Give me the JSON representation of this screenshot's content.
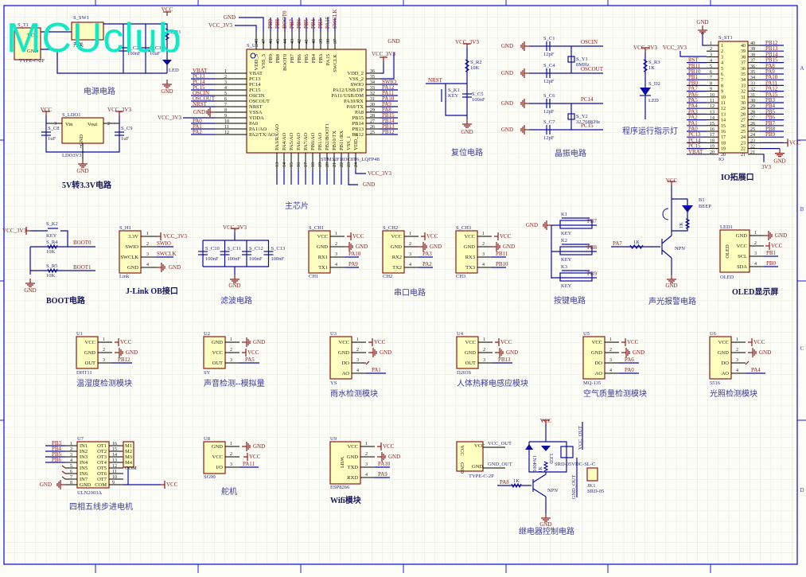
{
  "watermark": "MCUclub",
  "colors": {
    "wire": "#0b0ba8",
    "net": "#8b1a1a",
    "body": "#ffffc0",
    "border": "#1a1ae0",
    "title": "#3a3a9a",
    "watermark": "#10e8c6"
  },
  "zones": {
    "rows": [
      "A",
      "B",
      "C",
      "D"
    ]
  },
  "power": {
    "title": "电源电路",
    "usb": {
      "ref": "S_T1",
      "part": "TYPE-C-2P",
      "pins": [
        "VCC",
        "GND"
      ]
    },
    "switch": {
      "ref": "S_SW1",
      "label": "开关"
    },
    "c2": {
      "ref": "S_C2",
      "value": "100nF"
    },
    "c3": {
      "ref": "S_C3",
      "value": "10uF"
    },
    "r1": {
      "ref": "S_R1"
    },
    "led": {
      "label": "LED"
    },
    "vcc": "VCC",
    "gnd": "GND"
  },
  "ldo": {
    "title": "5V转3.3V电路",
    "ref": "S_LDO1",
    "part": "LDO3V3",
    "pins": {
      "vin": "Vin",
      "vout": "Vout",
      "gnd": "GND",
      "n1": "1",
      "n2": "2",
      "n3": "3"
    },
    "c8": {
      "ref": "S_C8",
      "value": "1uF"
    },
    "c9": {
      "ref": "S_C9",
      "value": "1uF"
    },
    "vcc": "VCC",
    "vcc3": "VCC_3V3",
    "gnd": "GND"
  },
  "mcu": {
    "title": "主芯片",
    "ref": "S_U1",
    "part": "STM32F103C8T6_LQFP48",
    "left_pins": [
      {
        "n": "1",
        "name": "VBAT",
        "net": "VBAT"
      },
      {
        "n": "2",
        "name": "PC13",
        "net": "PC13"
      },
      {
        "n": "3",
        "name": "PC14",
        "net": "PC14"
      },
      {
        "n": "4",
        "name": "PC15",
        "net": "PC15"
      },
      {
        "n": "5",
        "name": "OSCIN",
        "net": "OSCIN"
      },
      {
        "n": "6",
        "name": "OSCOUT",
        "net": "OSCOUT"
      },
      {
        "n": "7",
        "name": "NRST",
        "net": "NRST"
      },
      {
        "n": "8",
        "name": "VSSA",
        "net": "GND"
      },
      {
        "n": "9",
        "name": "VDDA",
        "net": "VCC_3V3"
      },
      {
        "n": "10",
        "name": "PA0",
        "net": "PA0"
      },
      {
        "n": "11",
        "name": "PA1/AO",
        "net": "PA1"
      },
      {
        "n": "12",
        "name": "PA2/TX/AO",
        "net": "PA2"
      }
    ],
    "right_pins": [
      {
        "n": "36",
        "name": "VDD_2",
        "net": "VCC_3V3"
      },
      {
        "n": "35",
        "name": "VSS_2",
        "net": "GND"
      },
      {
        "n": "34",
        "name": "SWIO",
        "net": "SWIO"
      },
      {
        "n": "33",
        "name": "PA12/USB/DP",
        "net": "PA12"
      },
      {
        "n": "32",
        "name": "PA11/USB/DM",
        "net": "PA11"
      },
      {
        "n": "31",
        "name": "PA10/RX",
        "net": "PA10"
      },
      {
        "n": "30",
        "name": "PA9/TX",
        "net": "PA9"
      },
      {
        "n": "29",
        "name": "PA8",
        "net": "PA8"
      },
      {
        "n": "28",
        "name": "PB15",
        "net": "PB15"
      },
      {
        "n": "27",
        "name": "PB14",
        "net": "PB14"
      },
      {
        "n": "26",
        "name": "PB13",
        "net": "PB13"
      },
      {
        "n": "25",
        "name": "PB12",
        "net": "PB12"
      }
    ],
    "top_pins": [
      "VDD_3",
      "VSS_3",
      "PB9",
      "PB8",
      "BOOT0",
      "PB7",
      "PB6",
      "PB5",
      "PB4",
      "PB3",
      "PA15",
      "SWCLK"
    ],
    "top_nums": [
      "48",
      "47",
      "46",
      "45",
      "44",
      "43",
      "42",
      "41",
      "40",
      "39",
      "38",
      "37"
    ],
    "bottom_pins": [
      "PA3/RX/AO",
      "PA4/AO",
      "PA5/AO",
      "PA6/AO",
      "PA7/AO",
      "PB0/AO",
      "PB1/AO",
      "PB2/BOOT1",
      "PB10/TX",
      "PB11/RX",
      "VSS_1",
      "VDD_1"
    ],
    "bottom_nums": [
      "13",
      "14",
      "15",
      "16",
      "17",
      "18",
      "19",
      "20",
      "21",
      "22",
      "23",
      "24"
    ],
    "gnd": "GND",
    "vcc3": "VCC_3V3"
  },
  "reset": {
    "title": "复位电路",
    "r2": {
      "ref": "S_R2",
      "value": "10K"
    },
    "k1": {
      "ref": "S_K1",
      "value": "KEY"
    },
    "c5": {
      "ref": "S_C5",
      "value": "100nF"
    },
    "net": "NRST",
    "vcc3": "VCC_3V3",
    "gnd": "GND"
  },
  "crystal": {
    "title": "晶振电路",
    "caps": [
      {
        "ref": "S_C1",
        "value": "12pF"
      },
      {
        "ref": "S_C4",
        "value": "12pF"
      },
      {
        "ref": "S_C6",
        "value": "12pF"
      },
      {
        "ref": "S_C7",
        "value": "12pF"
      }
    ],
    "y1": {
      "ref": "S_Y1",
      "value": "8MHz"
    },
    "y2": {
      "ref": "S_Y2",
      "value": "32.768KHz"
    },
    "nets": [
      "OSCIN",
      "OSCOUT",
      "PC14",
      "PC15"
    ],
    "gnd": "GND"
  },
  "runled": {
    "title": "程序运行指示灯",
    "r3": {
      "ref": "S_R3",
      "value": "1K"
    },
    "d2": {
      "ref": "S_D2",
      "value": "LED"
    },
    "vcc3": "VCC_3V3"
  },
  "io": {
    "title": "IO拓展口",
    "ref": "S_ST1",
    "part": "IO",
    "left": [
      "VCC_3V3",
      "GND",
      "",
      "RST",
      "PB11",
      "PB10",
      "PB1",
      "PB0",
      "PA7",
      "PA6",
      "PA5",
      "PA4",
      "PA3",
      "PA2",
      "PA1",
      "PA0",
      "PC13",
      "PC14",
      "PC15",
      "VBAT"
    ],
    "right": [
      "PB12",
      "PB13",
      "PB14",
      "PB15",
      "PA8",
      "PA9",
      "PA10",
      "PA11",
      "PA12",
      "PA15",
      "PB3",
      "PB4",
      "PB5",
      "PB6",
      "PB7",
      "PB8",
      "PB9",
      "VCC",
      "GND",
      "3V3"
    ],
    "gnd": "GND",
    "vcc": "VCC",
    "vcc3": "VCC_3V3"
  },
  "boot": {
    "title": "BOOT电路",
    "k2": {
      "ref": "S_K2",
      "value": "KEY"
    },
    "r4": {
      "ref": "S_R4",
      "value": "10K"
    },
    "r5": {
      "ref": "S_R5",
      "value": "10K"
    },
    "nets": [
      "BOOT0",
      "BOOT1"
    ],
    "vcc3": "VCC_3V3",
    "gnd": "GND"
  },
  "jlink": {
    "title": "J-Link OB接口",
    "ref": "S_H1",
    "part": "Link",
    "pins": [
      "3.3V",
      "SWIO",
      "SWCLK",
      "GND"
    ],
    "nets": [
      "VCC_3V3",
      "SWIO",
      "SWCLK",
      "GND"
    ]
  },
  "filter": {
    "title": "滤波电路",
    "caps": [
      {
        "ref": "S_C10",
        "value": "100nF"
      },
      {
        "ref": "S_C11",
        "value": "100nF"
      },
      {
        "ref": "S_C12",
        "value": "100nF"
      },
      {
        "ref": "S_C13",
        "value": "100nF"
      }
    ],
    "vcc3": "VCC_3V3",
    "gnd": "GND"
  },
  "serial": {
    "title": "串口电路",
    "ports": [
      {
        "ref": "S_CH1",
        "part": "CH1",
        "pins": [
          "VCC",
          "GND",
          "RX1",
          "TX1"
        ],
        "nets": [
          "VCC",
          "GND",
          "PA10",
          "PA9"
        ]
      },
      {
        "ref": "S_CH2",
        "part": "CH2",
        "pins": [
          "VCC",
          "GND",
          "RX2",
          "TX2"
        ],
        "nets": [
          "VCC",
          "GND",
          "PA3",
          "PA2"
        ]
      },
      {
        "ref": "S_CH3",
        "part": "CH3",
        "pins": [
          "VCC",
          "GND",
          "RX3",
          "TX3"
        ],
        "nets": [
          "VCC",
          "GND",
          "PB11",
          "PB10"
        ]
      }
    ]
  },
  "keys": {
    "title": "按键电路",
    "items": [
      {
        "ref": "K1",
        "value": "KEY",
        "net": "PB7"
      },
      {
        "ref": "K2",
        "value": "KEY",
        "net": "PB8"
      },
      {
        "ref": "K3",
        "value": "KEY",
        "net": "PB9"
      }
    ],
    "gnd": "GND"
  },
  "alarm": {
    "title": "声光报警电路",
    "b1": {
      "ref": "B1",
      "value": "BEEP"
    },
    "r": "1K",
    "r2": "1K",
    "q": "NPN",
    "net": "PA7",
    "vcc": "VCC",
    "gnd": "GND"
  },
  "oled": {
    "title": "OLED显示屏",
    "ref": "LED1",
    "part": "OLED",
    "label": "OLED",
    "pins": [
      "GND",
      "VCC",
      "SCL",
      "SDA"
    ],
    "nets": [
      "GND",
      "VCC",
      "PB1",
      "PB0"
    ]
  },
  "sensors": [
    {
      "ref": "U1",
      "part": "DHT11",
      "title": "温湿度检测模块",
      "pins": [
        "VCC",
        "GND",
        "OUT"
      ],
      "nets": [
        "VCC",
        "GND",
        "PB12"
      ]
    },
    {
      "ref": "U2",
      "part": "SY",
      "title": "声音检测--模拟量",
      "pins": [
        "GND",
        "VCC",
        "OUT"
      ],
      "nets": [
        "GND",
        "VCC",
        "PA5"
      ]
    },
    {
      "ref": "U3",
      "part": "YS",
      "title": "雨水检测模块",
      "pins": [
        "VCC",
        "GND",
        "DO",
        "AO"
      ],
      "nets": [
        "VCC",
        "GND",
        "",
        "PA1"
      ]
    },
    {
      "ref": "U4",
      "part": "D203S",
      "title": "人体热释电感应模块",
      "pins": [
        "VCC",
        "GND",
        "OUT"
      ],
      "nets": [
        "VCC",
        "GND",
        "PB13"
      ]
    },
    {
      "ref": "U5",
      "part": "MQ-135",
      "title": "空气质量检测模块",
      "pins": [
        "VCC",
        "GND",
        "DO",
        "AO"
      ],
      "nets": [
        "VCC",
        "GND",
        "PA6",
        "PA0"
      ]
    },
    {
      "ref": "U6",
      "part": "5516",
      "title": "光照检测模块",
      "pins": [
        "VCC",
        "GND",
        "DO",
        "AO"
      ],
      "nets": [
        "VCC",
        "GND",
        "",
        "PA4"
      ]
    }
  ],
  "stepper": {
    "title": "四相五线步进电机",
    "ref": "U7",
    "part": "ULN2003A",
    "in": [
      "IN1",
      "IN2",
      "IN3",
      "IN4",
      "IN5",
      "IN6",
      "IN7",
      "GND"
    ],
    "out": [
      "OT1",
      "OT2",
      "OT3",
      "OT4",
      "OT5",
      "OT6",
      "OT7",
      "COM"
    ],
    "in_nets": [
      "PB3",
      "PB4",
      "PB5",
      "PB6"
    ],
    "motor": [
      "M1",
      "M2",
      "M3",
      "M4",
      "COM"
    ],
    "gnd": "GND",
    "vcc": "VCC"
  },
  "servo": {
    "title": "舵机",
    "ref": "U8",
    "part": "SG90",
    "pins": [
      "GND",
      "VCC",
      "I/O"
    ],
    "nets": [
      "GND",
      "VCC",
      "PA11"
    ]
  },
  "wifi": {
    "title": "Wifi模块",
    "ref": "U9",
    "part": "ESP8266",
    "label": "WIFI",
    "pins": [
      "VCC",
      "GND",
      "TXD",
      "RXD"
    ],
    "nets": [
      "VCC",
      "GND",
      "PA10",
      "PA9"
    ]
  },
  "relay": {
    "title": "继电器控制电路",
    "usb": {
      "part": "TYPE-C-2P",
      "pins": [
        "VCC",
        "GND"
      ],
      "nets": [
        "VCC_OUT",
        "GND_OUT"
      ]
    },
    "relay": "SRD-05VDC-SL-C",
    "jk": {
      "ref": "JK1",
      "value": "SRD-05"
    },
    "diode": "1N4001",
    "led": "LED",
    "r": "1K",
    "q": "NPN",
    "net": "PA8",
    "vcc": "VCC",
    "gnd": "GND",
    "vccout": "VCC_OUT",
    "gndout": "GND_OUT"
  }
}
